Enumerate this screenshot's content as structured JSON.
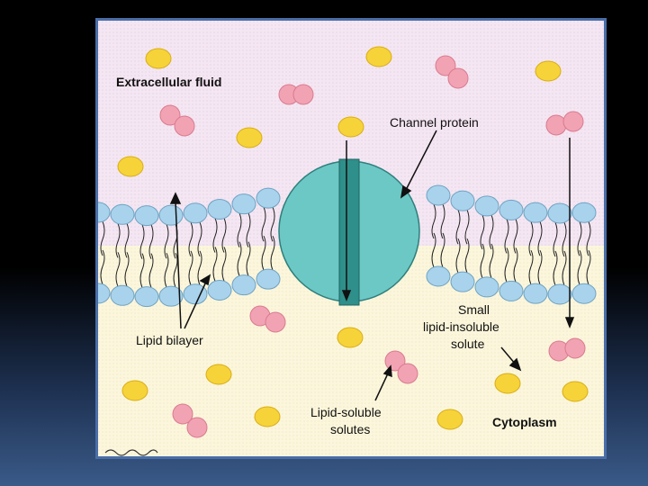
{
  "labels": {
    "extracellular": "Extracellular fluid",
    "channel_protein": "Channel protein",
    "small_line1": "Small",
    "small_line2": "lipid-insoluble",
    "small_line3": "solute",
    "lipid_bilayer": "Lipid bilayer",
    "lipid_soluble_line1": "Lipid-soluble",
    "lipid_soluble_line2": "solutes",
    "cytoplasm": "Cytoplasm"
  },
  "colors": {
    "extracellular_bg": "#f4e6f2",
    "cytoplasm_bg": "#fbf6dc",
    "lipid_head": "#a9d3ec",
    "channel_protein": "#6cc8c4",
    "small_solute": "#f7d33a",
    "lipid_soluble_solute": "#f2a3b3"
  },
  "icons": [
    "lipid-head-icon",
    "channel-protein-icon",
    "small-solute-icon",
    "lipid-soluble-solute-icon"
  ]
}
